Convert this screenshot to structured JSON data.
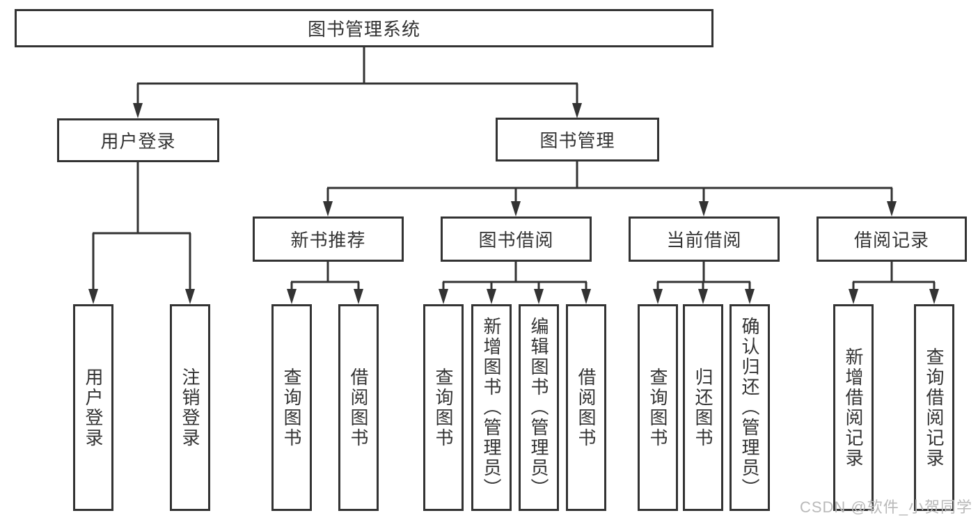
{
  "diagram": {
    "type": "hierarchy-tree",
    "colors": {
      "line": "#333333",
      "box_border": "#333333",
      "text": "#333333",
      "background": "#ffffff",
      "watermark_text_color": "#b9b9b9"
    },
    "tree": {
      "label": "图书管理系统",
      "children": [
        {
          "label": "用户登录",
          "children": [
            {
              "label": "用户登录"
            },
            {
              "label": "注销登录"
            }
          ]
        },
        {
          "label": "图书管理",
          "children": [
            {
              "label": "新书推荐",
              "children": [
                {
                  "label": "查询图书"
                },
                {
                  "label": "借阅图书"
                }
              ]
            },
            {
              "label": "图书借阅",
              "children": [
                {
                  "label": "查询图书"
                },
                {
                  "label": "新增图书（管理员）"
                },
                {
                  "label": "编辑图书（管理员）"
                },
                {
                  "label": "借阅图书"
                }
              ]
            },
            {
              "label": "当前借阅",
              "children": [
                {
                  "label": "查询图书"
                },
                {
                  "label": "归还图书"
                },
                {
                  "label": "确认归还（管理员）"
                }
              ]
            },
            {
              "label": "借阅记录",
              "children": [
                {
                  "label": "新增借阅记录"
                },
                {
                  "label": "查询借阅记录"
                }
              ]
            }
          ]
        }
      ]
    },
    "watermark": {
      "text": "CSDN @软件_小贺同学"
    }
  }
}
